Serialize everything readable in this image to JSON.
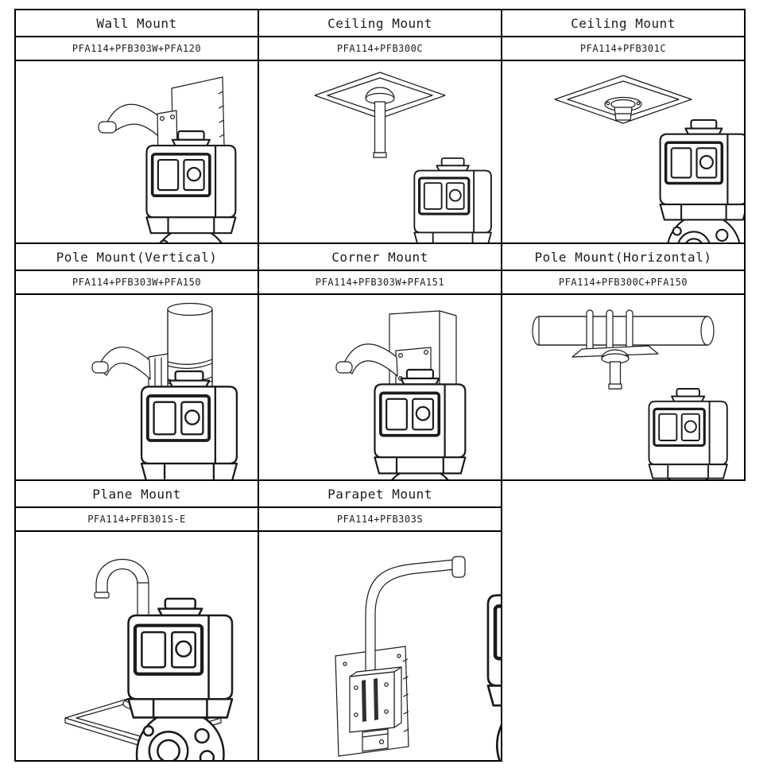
{
  "page": {
    "background": "#ffffff",
    "border_color": "#000000",
    "ink_color": "#1b1b1b",
    "description": "Mounting options table for dual-PTZ camera with bracket part number combinations"
  },
  "table": {
    "rows": [
      {
        "cells": [
          {
            "title": "Wall Mount",
            "part_numbers": "PFA114+PFB303W+PFA120",
            "illustration": "wall-mount-drawing"
          },
          {
            "title": "Ceiling Mount",
            "part_numbers": "PFA114+PFB300C",
            "illustration": "ceiling-mount-pendant-drawing"
          },
          {
            "title": "Ceiling Mount",
            "part_numbers": "PFA114+PFB301C",
            "illustration": "ceiling-mount-compact-drawing"
          }
        ]
      },
      {
        "cells": [
          {
            "title": "Pole Mount(Vertical)",
            "part_numbers": "PFA114+PFB303W+PFA150",
            "illustration": "pole-mount-vertical-drawing"
          },
          {
            "title": "Corner Mount",
            "part_numbers": "PFA114+PFB303W+PFA151",
            "illustration": "corner-mount-drawing"
          },
          {
            "title": "Pole Mount(Horizontal)",
            "part_numbers": "PFA114+PFB300C+PFA150",
            "illustration": "pole-mount-horizontal-drawing"
          }
        ]
      },
      {
        "cells": [
          {
            "title": "Plane Mount",
            "part_numbers": "PFA114+PFB301S-E",
            "illustration": "plane-mount-drawing"
          },
          {
            "title": "Parapet Mount",
            "part_numbers": "PFA114+PFB303S",
            "illustration": "parapet-mount-drawing"
          }
        ]
      }
    ]
  }
}
